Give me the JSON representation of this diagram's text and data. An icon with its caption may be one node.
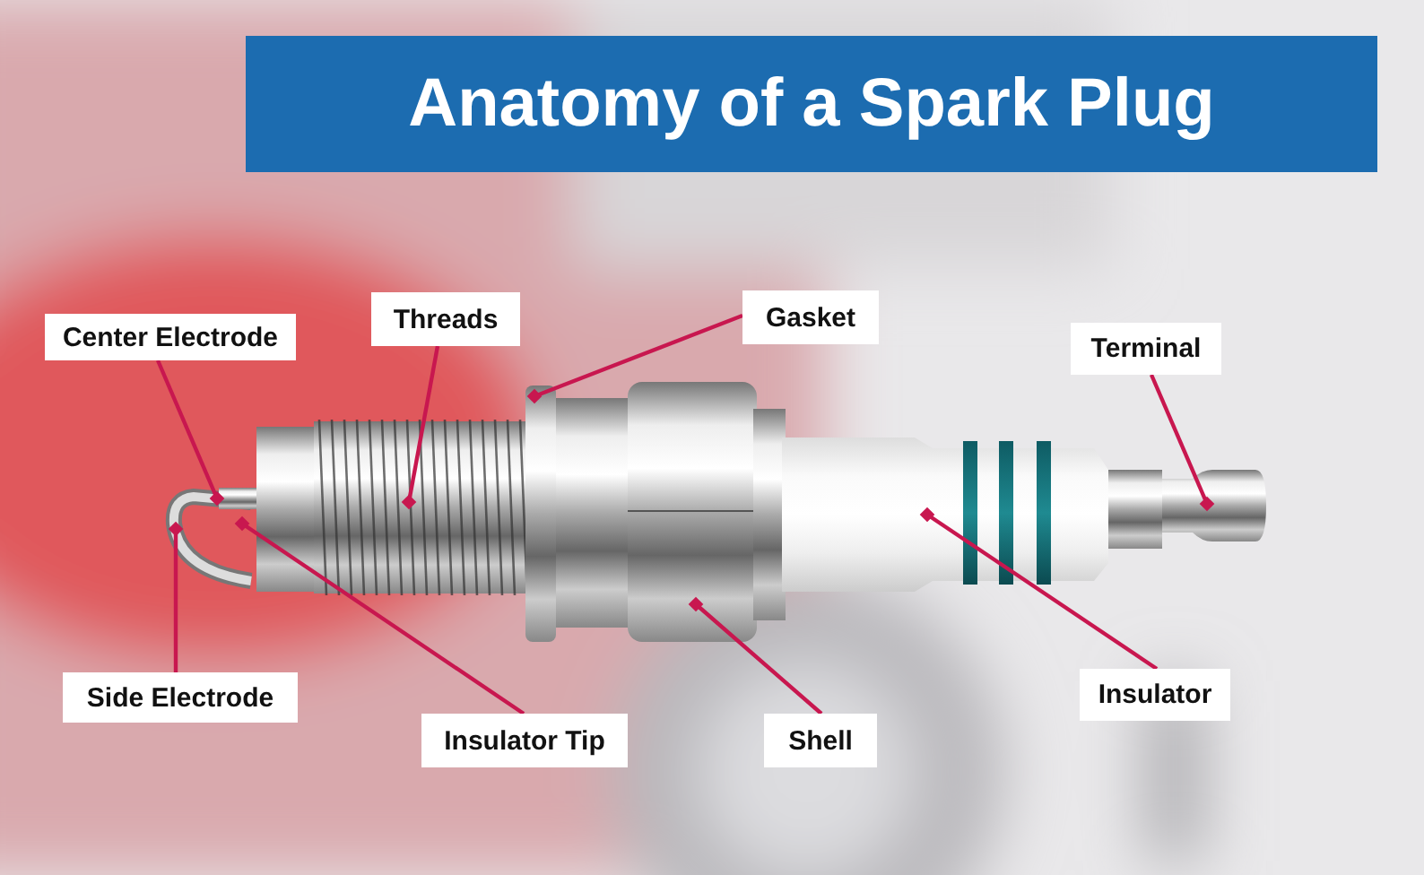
{
  "diagram": {
    "title": "Anatomy of a Spark Plug",
    "nodes": [
      {
        "text": [
          "Center Electrode"
        ]
      },
      {
        "text": [
          "Threads"
        ]
      },
      {
        "text": [
          "Gasket"
        ]
      },
      {
        "text": [
          "Terminal"
        ]
      },
      {
        "text": [
          "Side Electrode"
        ]
      },
      {
        "text": [
          "Insulator Tip"
        ]
      },
      {
        "text": [
          "Shell"
        ]
      },
      {
        "text": [
          "Insulator"
        ]
      }
    ],
    "edges": [
      {
        "from": 0,
        "to": null,
        "arrow": "other"
      },
      {
        "from": 1,
        "to": null,
        "arrow": "other"
      },
      {
        "from": 2,
        "to": null,
        "arrow": "other"
      },
      {
        "from": 3,
        "to": null,
        "arrow": "other"
      },
      {
        "from": 4,
        "to": null,
        "arrow": "other"
      },
      {
        "from": 5,
        "to": null,
        "arrow": "other"
      },
      {
        "from": 6,
        "to": null,
        "arrow": "other"
      },
      {
        "from": 7,
        "to": null,
        "arrow": "other"
      }
    ]
  }
}
